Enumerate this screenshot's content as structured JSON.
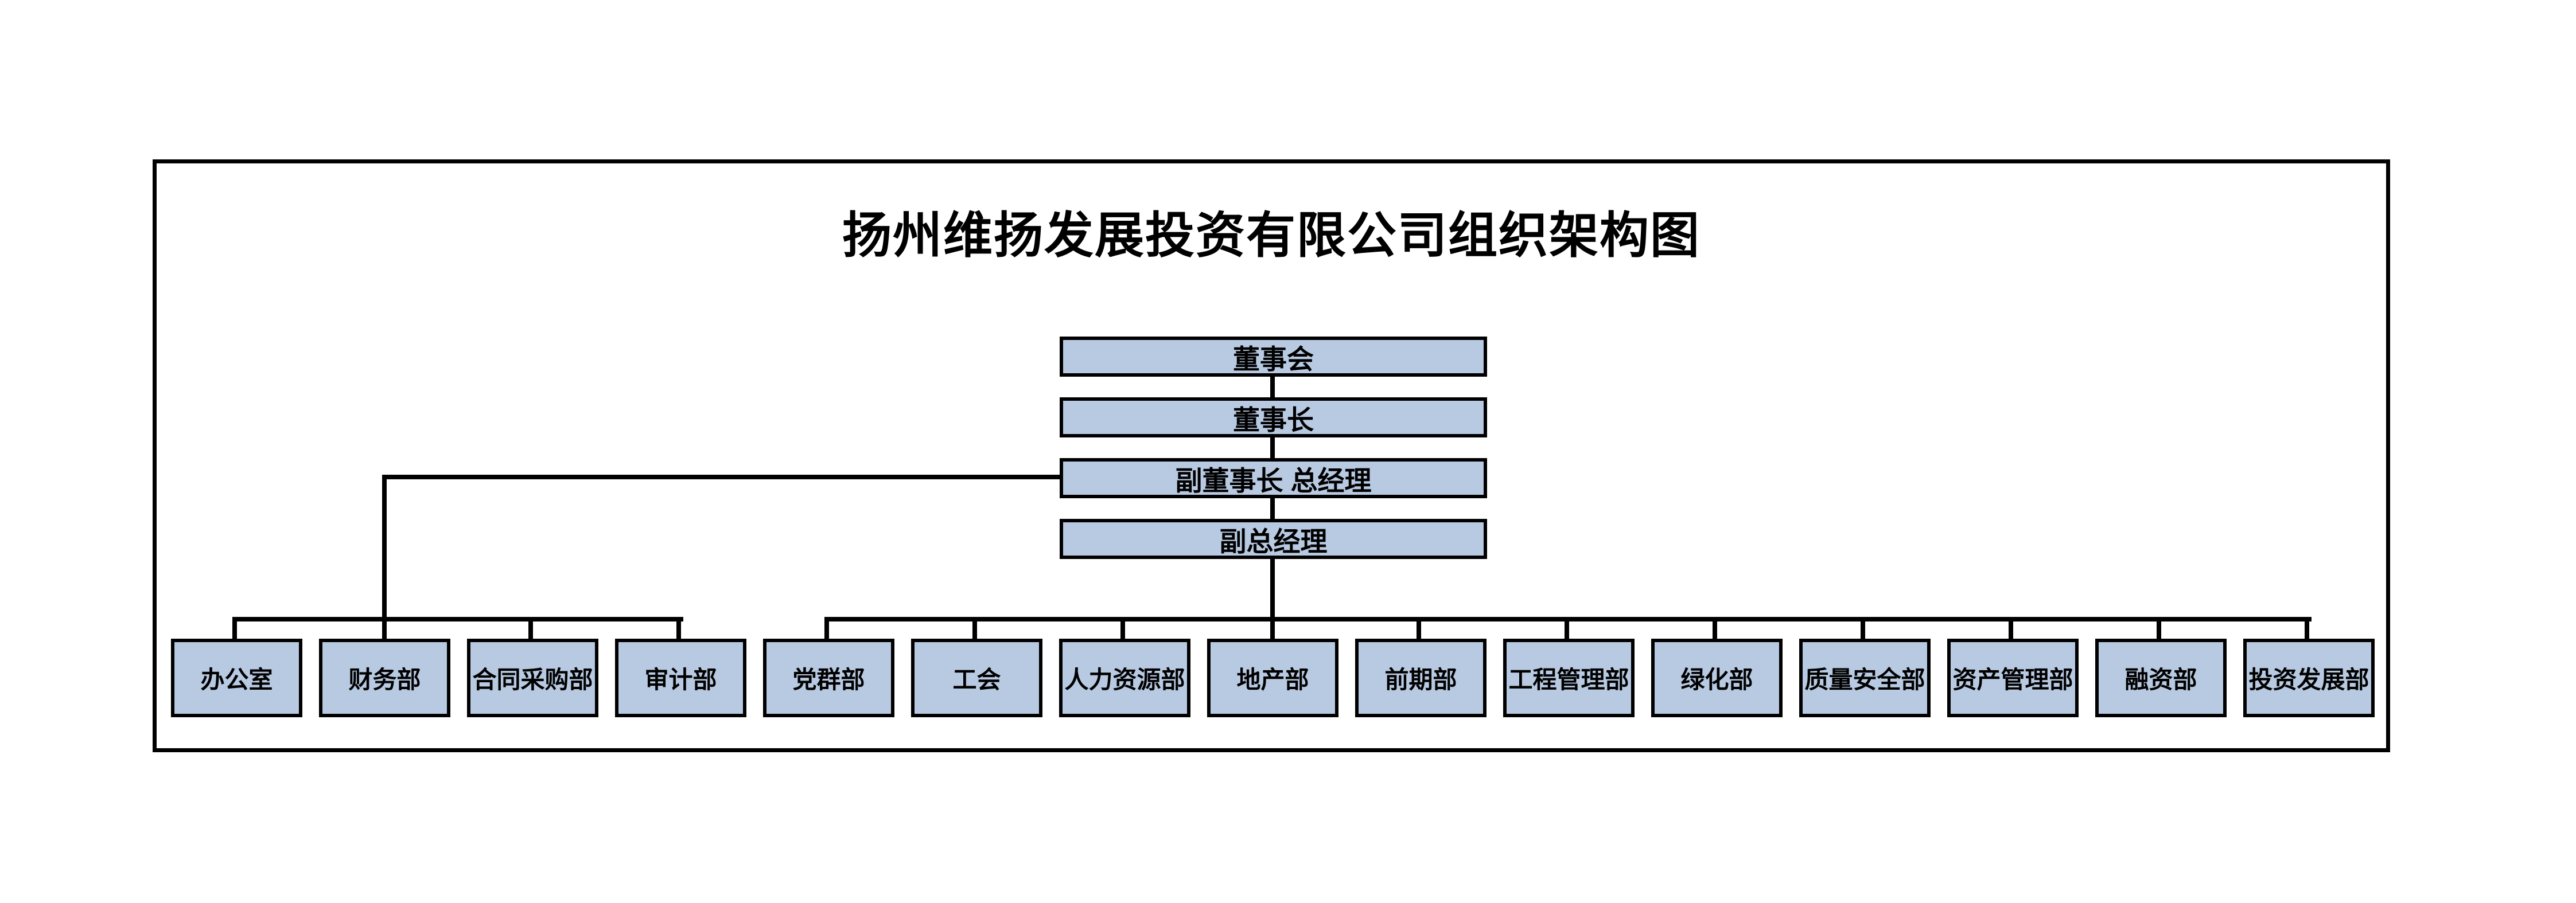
{
  "title": "扬州维扬发展投资有限公司组织架构图",
  "hierarchy": [
    {
      "label": "董事会"
    },
    {
      "label": "董事长"
    },
    {
      "label": "副董事长 总经理"
    },
    {
      "label": "副总经理"
    }
  ],
  "departments": [
    {
      "label": "办公室"
    },
    {
      "label": "财务部"
    },
    {
      "label": "合同采购部"
    },
    {
      "label": "审计部"
    },
    {
      "label": "党群部"
    },
    {
      "label": "工会"
    },
    {
      "label": "人力资源部"
    },
    {
      "label": "地产部"
    },
    {
      "label": "前期部"
    },
    {
      "label": "工程管理部"
    },
    {
      "label": "绿化部"
    },
    {
      "label": "质量安全部"
    },
    {
      "label": "资产管理部"
    },
    {
      "label": "融资部"
    },
    {
      "label": "投资发展部"
    }
  ],
  "colors": {
    "box_fill": "#b8cae2",
    "box_border": "#000000",
    "connector": "#000000",
    "background": "#ffffff"
  }
}
